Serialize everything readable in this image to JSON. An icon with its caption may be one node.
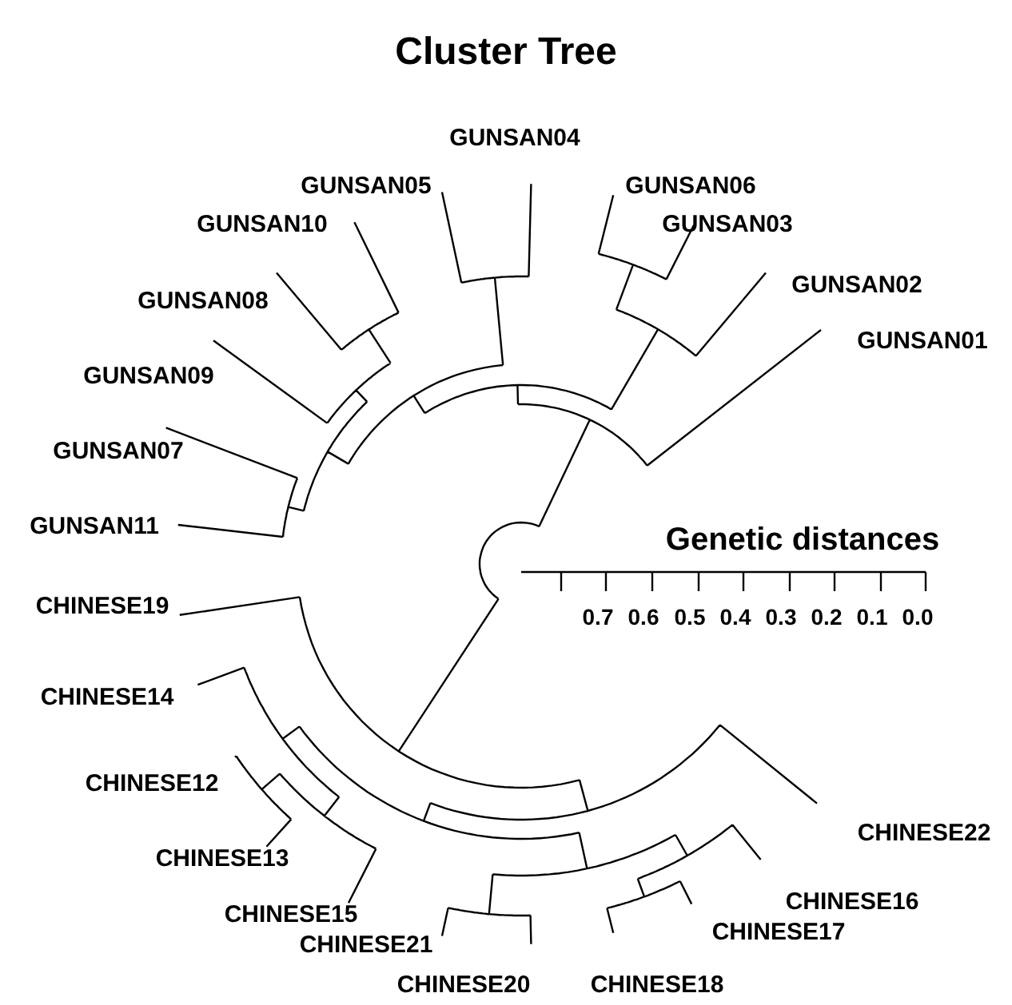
{
  "diagram": {
    "title": "Cluster Tree",
    "labels": [
      "GUNSAN01",
      "GUNSAN02",
      "GUNSAN03",
      "GUNSAN06",
      "GUNSAN04",
      "GUNSAN05",
      "GUNSAN10",
      "GUNSAN08",
      "GUNSAN09",
      "GUNSAN07",
      "GUNSAN11",
      "CHINESE19",
      "CHINESE14",
      "CHINESE12",
      "CHINESE13",
      "CHINESE15",
      "CHINESE21",
      "CHINESE20",
      "CHINESE18",
      "CHINESE17",
      "CHINESE16",
      "CHINESE22",
      "Genetic distances",
      "0.7",
      "0.6",
      "0.5",
      "0.4",
      "0.3",
      "0.2",
      "0.1",
      "0.0"
    ]
  }
}
